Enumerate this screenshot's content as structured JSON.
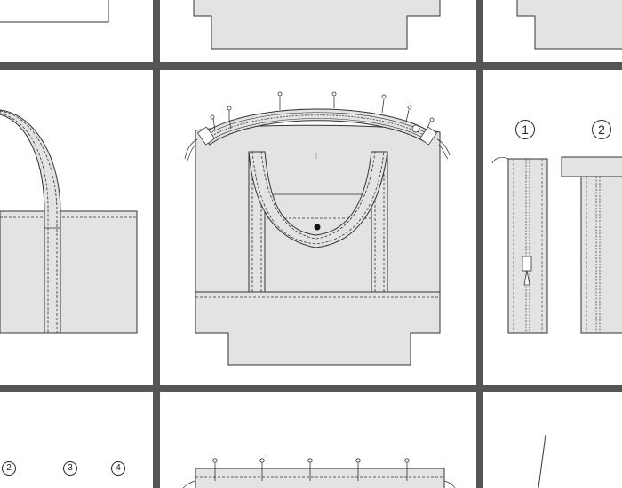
{
  "title": "",
  "colors": {
    "gutter": "#555555",
    "panel": "#ffffff",
    "fabric": "#e3e3e3",
    "outline": "#333333"
  },
  "step_labels": {
    "middle_right_first": "1",
    "middle_right_second": "2",
    "bottom_left_first": "2",
    "bottom_left_second": "3",
    "bottom_left_third": "4"
  }
}
